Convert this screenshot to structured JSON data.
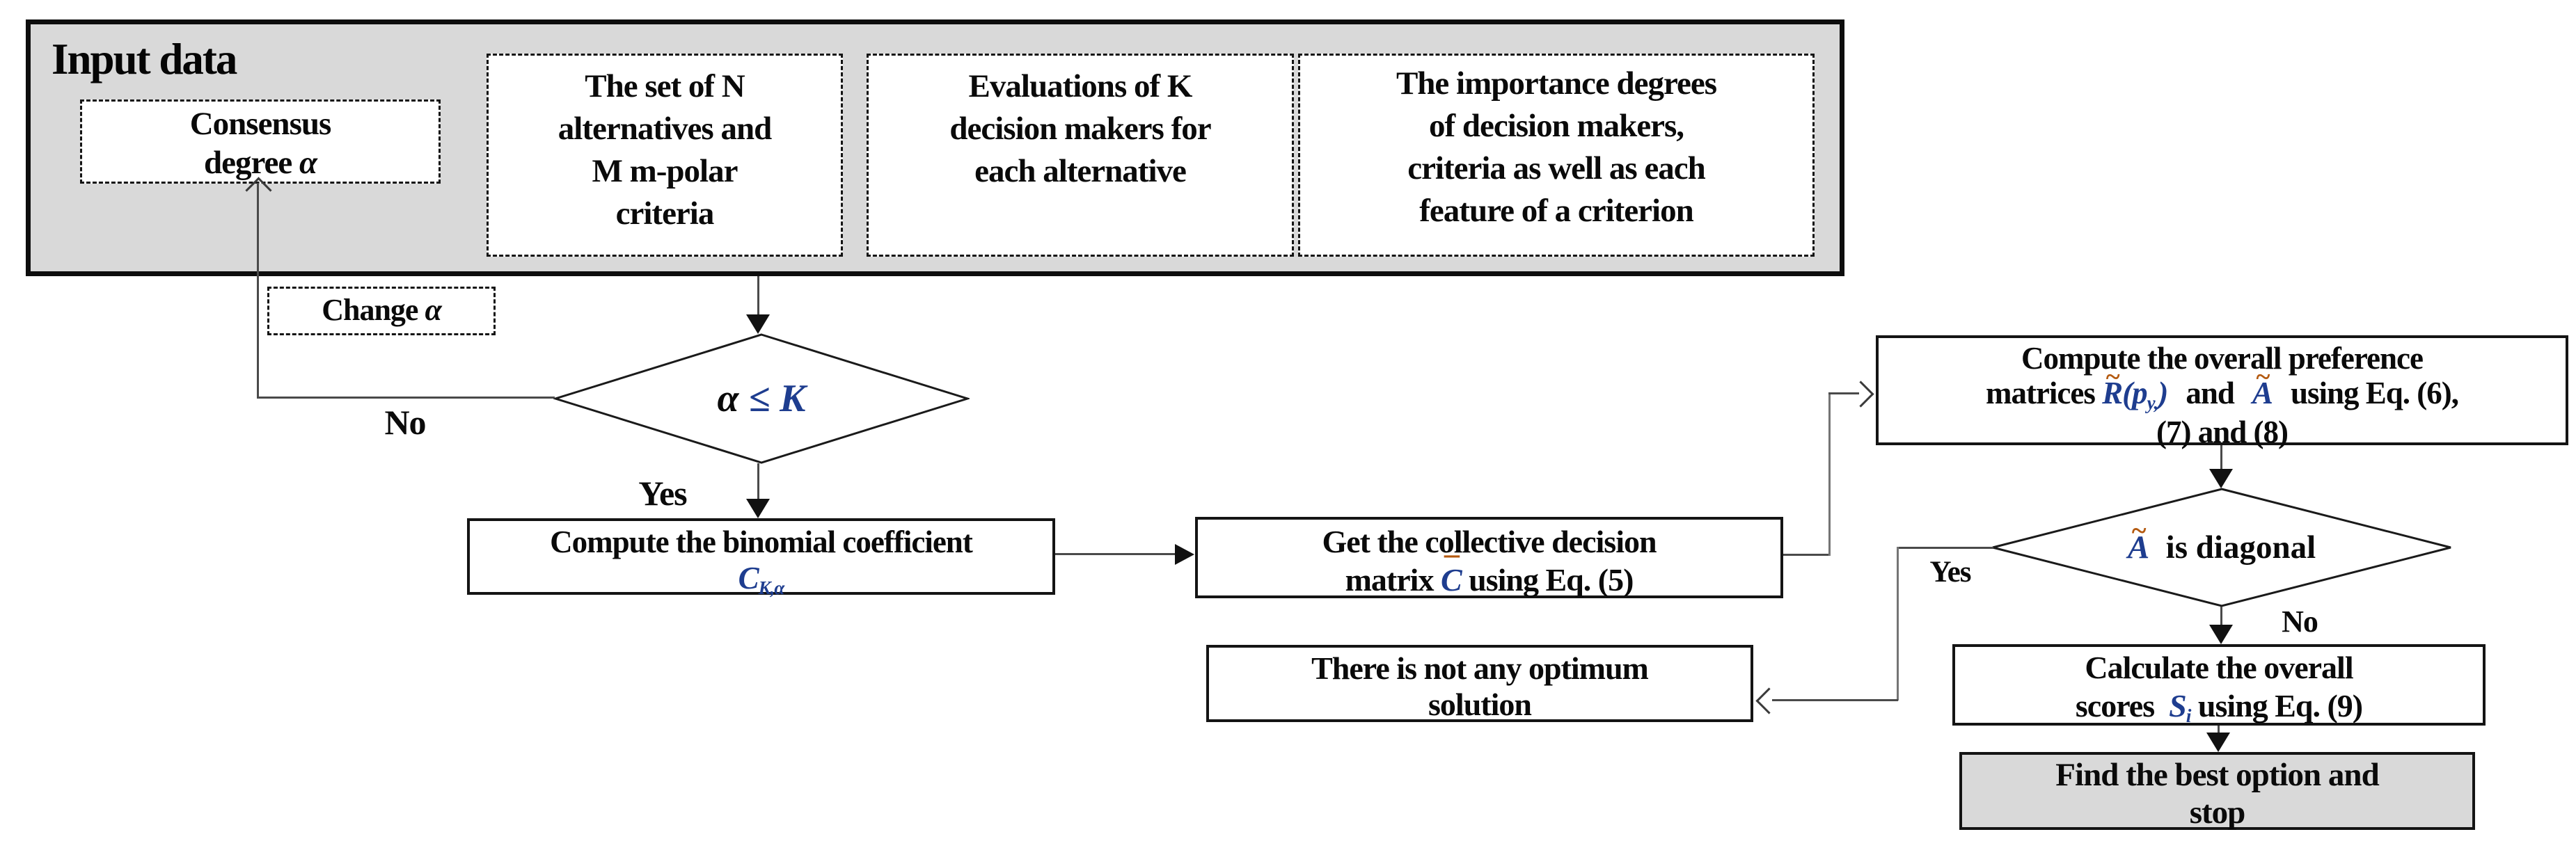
{
  "colors": {
    "container_fill": "#d9d9d9",
    "stop_box_fill": "#d9d9d9",
    "box_fill": "#ffffff",
    "border": "#141414",
    "connector": "#4a4a4a",
    "math_navy": "#1e3d8f",
    "math_accent": "#b45a10",
    "text": "#0a0a0a"
  },
  "input_section": {
    "title": "Input data",
    "consensus_box": {
      "line1": "Consensus",
      "line2_text": "degree",
      "alpha": "α"
    },
    "alternatives_box": {
      "line1": "The set of N",
      "line2": "alternatives and",
      "line3": "M m-polar",
      "line4": "criteria"
    },
    "evaluations_box": {
      "line1": "Evaluations of K",
      "line2": "decision makers for",
      "line3": "each alternative"
    },
    "importance_box": {
      "line1": "The importance degrees",
      "line2": "of decision makers,",
      "line3": "criteria as well as each",
      "line4": "feature of a criterion"
    }
  },
  "change_box": {
    "text": "Change",
    "alpha": "α"
  },
  "decision_alpha": {
    "alpha": "α",
    "operator": "≤",
    "k": "K"
  },
  "labels": {
    "no1": "No",
    "yes1": "Yes",
    "yes2": "Yes",
    "no2": "No"
  },
  "binomial_box": {
    "line1": "Compute the binomial coefficient",
    "symbol": "C",
    "subscript": "K,α"
  },
  "collective_box": {
    "line1": "Get the collective decision",
    "line2_pre": "matrix",
    "symbol": "C",
    "accent": "¯",
    "line2_post": "using Eq. (5)"
  },
  "overall_box": {
    "line1": "Compute the overall preference",
    "line2_pre": "matrices",
    "r_symbol": "R",
    "r_accent": "~",
    "paren_open": "(",
    "p_symbol": "p",
    "p_subscript": "y,",
    "paren_close": ")",
    "and_text": "and",
    "a_symbol": "A",
    "a_accent": "~",
    "line2_post": "using Eq. (6),",
    "line3": "(7) and (8)"
  },
  "decision_diagonal": {
    "a_symbol": "A",
    "a_accent": "~",
    "text": "is diagonal"
  },
  "no_solution_box": {
    "line1": "There is not any optimum",
    "line2": "solution"
  },
  "scores_box": {
    "line1": "Calculate the overall",
    "line2_pre": "scores",
    "symbol": "S",
    "subscript": "i",
    "line2_post": "using Eq. (9)"
  },
  "stop_box": {
    "line1": "Find the best option and",
    "line2": "stop"
  }
}
